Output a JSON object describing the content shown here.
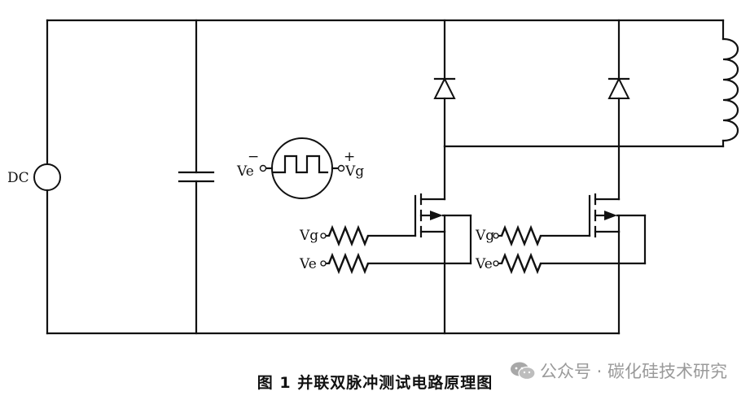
{
  "labels": {
    "dc": "DC",
    "gen_ve": "Ve",
    "gen_vg": "Vg",
    "gen_minus": "−",
    "gen_plus": "+",
    "sw1_vg": "Vg",
    "sw1_ve": "Ve",
    "sw2_vg": "Vg",
    "sw2_ve": "Ve"
  },
  "caption": "图 1 并联双脉冲测试电路原理图",
  "watermark": "公众号 · 碳化硅技术研究"
}
